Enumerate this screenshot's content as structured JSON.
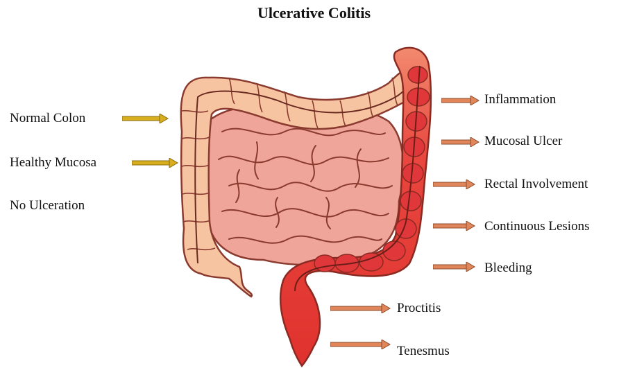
{
  "title": "Ulcerative Colitis",
  "left_labels": [
    "Normal Colon",
    "Healthy Mucosa",
    "No Ulceration"
  ],
  "right_labels": [
    "Inflammation",
    "Mucosal Ulcer",
    "Rectal Involvement",
    "Continuous Lesions",
    "Bleeding",
    "Proctitis",
    "Tenesmus"
  ],
  "colors": {
    "healthy_colon": "#f7c4a2",
    "small_intestine": "#efa59a",
    "inflamed_colon": "#e8463e",
    "outline": "#8a3a2e",
    "arrow_normal": "#d8ae1e",
    "arrow_disease": "#e0865a"
  }
}
